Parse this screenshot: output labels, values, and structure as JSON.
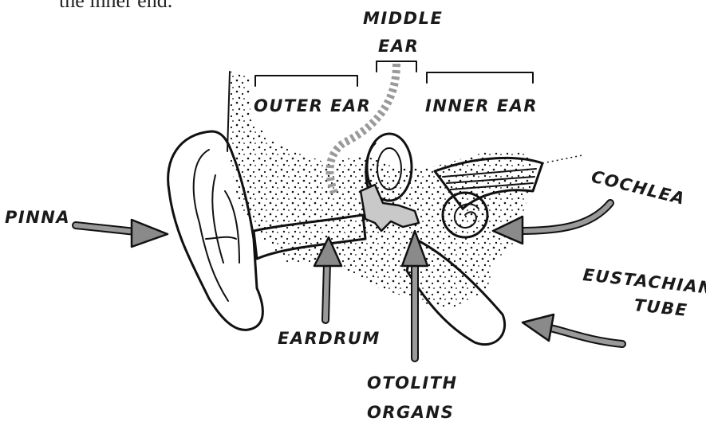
{
  "caption": "the inner end.",
  "labels": {
    "middle_ear_line1": "MIDDLE",
    "middle_ear_line2": "EAR",
    "outer_ear": "OUTER EAR",
    "inner_ear": "INNER EAR",
    "pinna": "PINNA",
    "cochlea": "COCHLEA",
    "eustachian_line1": "EUSTACHIAN",
    "eustachian_line2": "TUBE",
    "eardrum": "EARDRUM",
    "otolith_line1": "OTOLITH",
    "otolith_line2": "ORGANS"
  },
  "colors": {
    "ink": "#111111",
    "arrow_fill": "#8a8a8a",
    "bone_fill": "#c9c9c9",
    "background": "#ffffff"
  }
}
